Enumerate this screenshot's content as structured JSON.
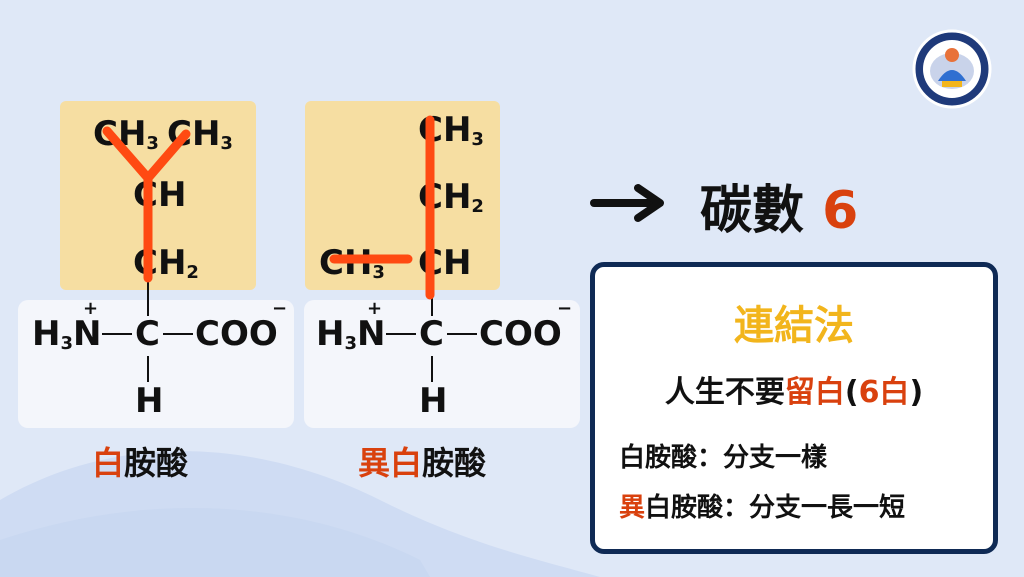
{
  "molecules": [
    {
      "sidechain": [
        {
          "main": "CH",
          "sub": "3"
        },
        {
          "main": "CH",
          "sub": "3"
        },
        {
          "main": "CH",
          "sub": ""
        },
        {
          "main": "CH",
          "sub": "2"
        }
      ],
      "core": {
        "amine_main": "H",
        "amine_sub": "3",
        "amine_n": "N",
        "plus": "+",
        "carbon": "C",
        "carboxyl": "COO",
        "minus": "−",
        "hydrogen": "H"
      },
      "name_prefix": "白",
      "name_rest": "胺酸"
    },
    {
      "sidechain": [
        {
          "main": "CH",
          "sub": "3"
        },
        {
          "main": "CH",
          "sub": "2"
        },
        {
          "main": "CH",
          "sub": "3"
        },
        {
          "main": "CH",
          "sub": ""
        }
      ],
      "core": {
        "amine_main": "H",
        "amine_sub": "3",
        "amine_n": "N",
        "plus": "+",
        "carbon": "C",
        "carboxyl": "COO",
        "minus": "−",
        "hydrogen": "H"
      },
      "name_prefix": "異白",
      "name_rest": "胺酸"
    }
  ],
  "carbon_count": {
    "label": "碳數 ",
    "value": "6"
  },
  "card": {
    "title": "連結法",
    "line_start": "人生不要",
    "line_red": "留白",
    "line_paren_open": "(",
    "line_paren_red": "6白",
    "line_paren_close": ")",
    "row1_text": "白胺酸：分支一樣",
    "row2_red": "異",
    "row2_text": "白胺酸：分支一長一短"
  },
  "colors": {
    "highlight": "#d9410e",
    "path": "#ff4a12",
    "title_gold": "#f2b51c",
    "card_border": "#0f2a55",
    "sidechain_bg": "#f6dea2"
  },
  "logo": {
    "icon": "brain-god-logo-icon"
  }
}
